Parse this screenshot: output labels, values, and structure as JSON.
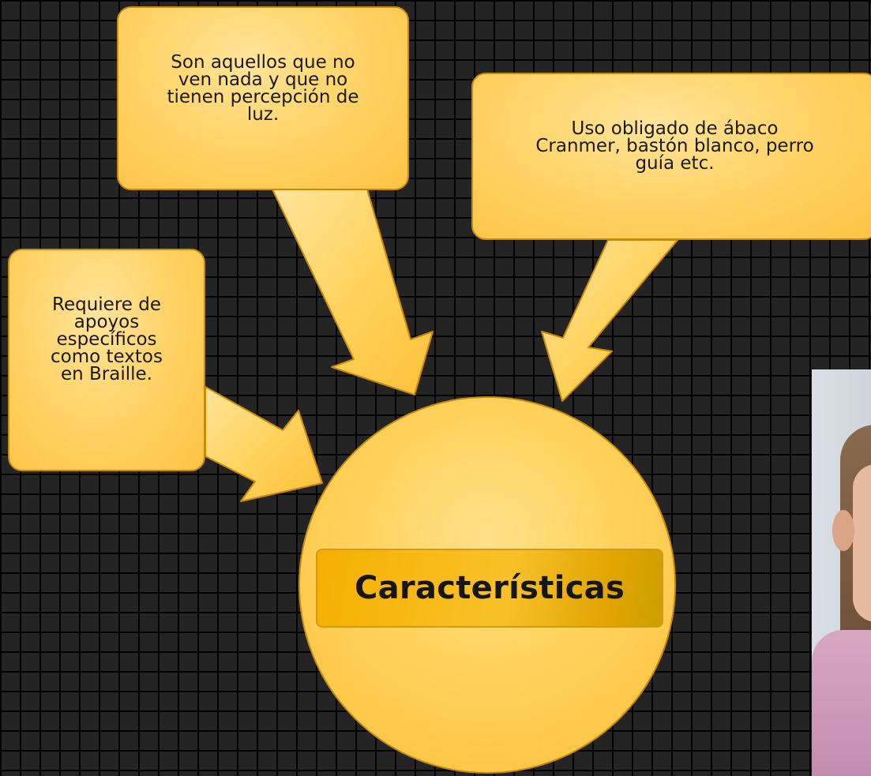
{
  "diagram": {
    "center": {
      "label": "Características"
    },
    "notes": [
      {
        "id": "top-left",
        "lines": [
          "Son aquellos que no",
          "ven nada y que no",
          "tienen percepción de",
          "luz."
        ]
      },
      {
        "id": "top-right",
        "lines": [
          "Uso obligado de ábaco",
          "Cranmer, bastón blanco, perro",
          "guía etc."
        ]
      },
      {
        "id": "left",
        "lines": [
          "Requiere de",
          "apoyos",
          "específicos",
          "como textos",
          "en Braille."
        ]
      }
    ]
  },
  "colors": {
    "background": "#242424",
    "grid": "#000000",
    "shape_fill": "#ffd35f",
    "shape_border": "#c98a0a",
    "label_fill": "#f6b000",
    "text": "#1a1a1a"
  },
  "photo": {
    "subject": "girl-photo"
  }
}
